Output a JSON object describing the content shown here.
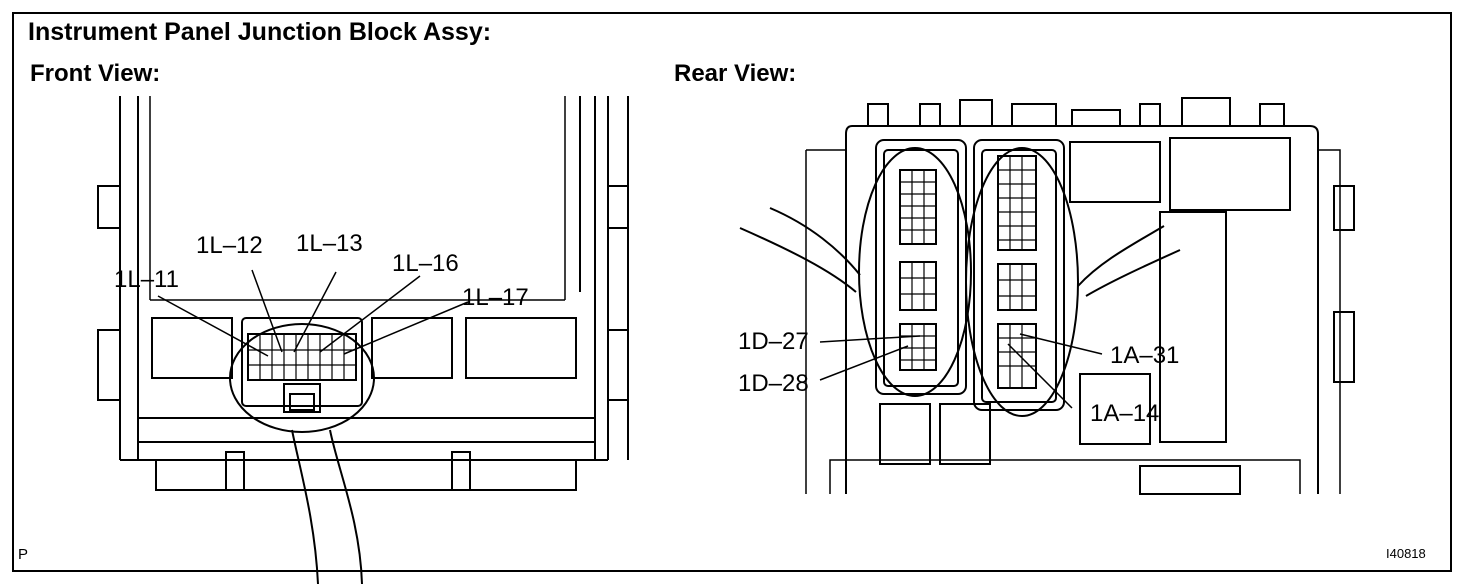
{
  "title": "Instrument Panel Junction Block Assy:",
  "front_view": {
    "label": "Front View:",
    "callouts": [
      "1L–11",
      "1L–12",
      "1L–13",
      "1L–16",
      "1L–17"
    ]
  },
  "rear_view": {
    "label": "Rear View:",
    "callouts": [
      "1D–27",
      "1D–28",
      "1A–31",
      "1A–14"
    ]
  },
  "corner_mark": "P",
  "figure_id": "I40818"
}
